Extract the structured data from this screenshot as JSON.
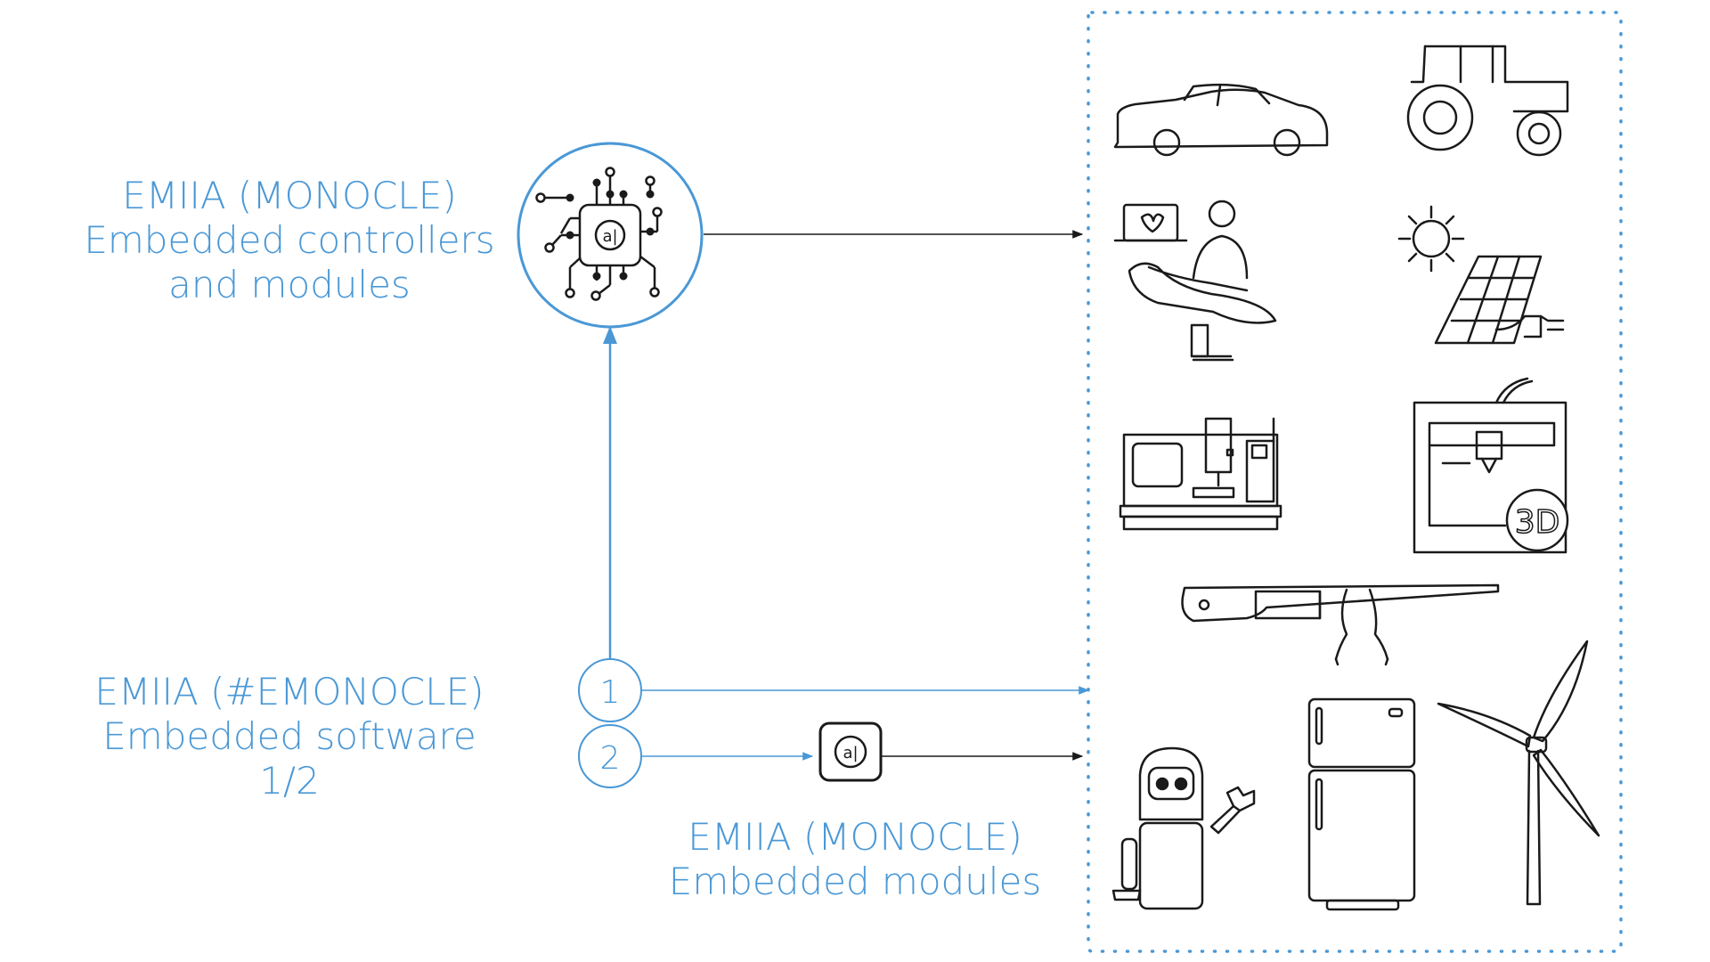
{
  "colors": {
    "accent": "#4a98d6",
    "stroke": "#1a1a1a",
    "border": "#4a98d6"
  },
  "labels": {
    "controllers": {
      "line1": "EMIIA (MONOCLE)",
      "line2": "Embedded controllers",
      "line3": "and modules"
    },
    "software": {
      "line1": "EMIIA (#EMONOCLE)",
      "line2": "Embedded software",
      "line3": "1/2"
    },
    "modules": {
      "line1": "EMIIA (MONOCLE)",
      "line2": "Embedded modules"
    }
  },
  "badges": {
    "one": "1",
    "two": "2"
  },
  "chip_text": "a|",
  "badge_3d": "3D",
  "applications": [
    {
      "icon": "car-icon"
    },
    {
      "icon": "tractor-icon"
    },
    {
      "icon": "dentist-chair-icon"
    },
    {
      "icon": "solar-energy-icon"
    },
    {
      "icon": "cnc-machine-icon"
    },
    {
      "icon": "3d-printer-icon"
    },
    {
      "icon": "smart-glasses-icon"
    },
    {
      "icon": "robot-icon"
    },
    {
      "icon": "refrigerator-icon"
    },
    {
      "icon": "wind-turbine-icon"
    }
  ]
}
